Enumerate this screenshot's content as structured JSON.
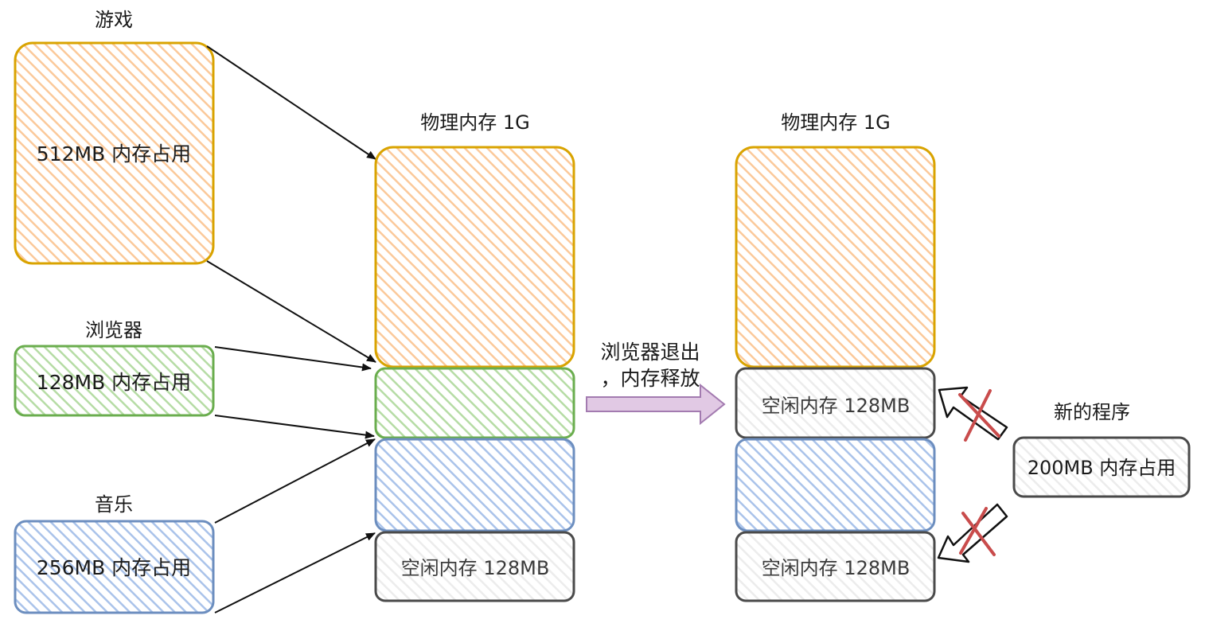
{
  "programs": {
    "game": {
      "title": "游戏",
      "usage": "512MB 内存占用"
    },
    "browser": {
      "title": "浏览器",
      "usage": "128MB 内存占用"
    },
    "music": {
      "title": "音乐",
      "usage": "256MB 内存占用"
    }
  },
  "memory_before": {
    "title": "物理内存 1G",
    "free_block": "空闲内存 128MB"
  },
  "transition": {
    "line1": "浏览器退出",
    "line2": "，内存释放"
  },
  "memory_after": {
    "title": "物理内存 1G",
    "free_block_top": "空闲内存 128MB",
    "free_block_bottom": "空闲内存 128MB"
  },
  "new_program": {
    "title": "新的程序",
    "usage": "200MB 内存占用"
  },
  "colors": {
    "orange_stroke": "#d9a300",
    "orange_fill": "#fbc99a",
    "green_stroke": "#6aad4e",
    "green_fill": "#b6dca5",
    "blue_stroke": "#6c8ebf",
    "blue_fill": "#aac3ea",
    "gray_stroke": "#4a4a4a",
    "gray_fill": "#eaeaea",
    "arrow_purple_fill": "#e1c9e4",
    "arrow_purple_stroke": "#a37bb0",
    "cross_red": "#c94c4c"
  }
}
